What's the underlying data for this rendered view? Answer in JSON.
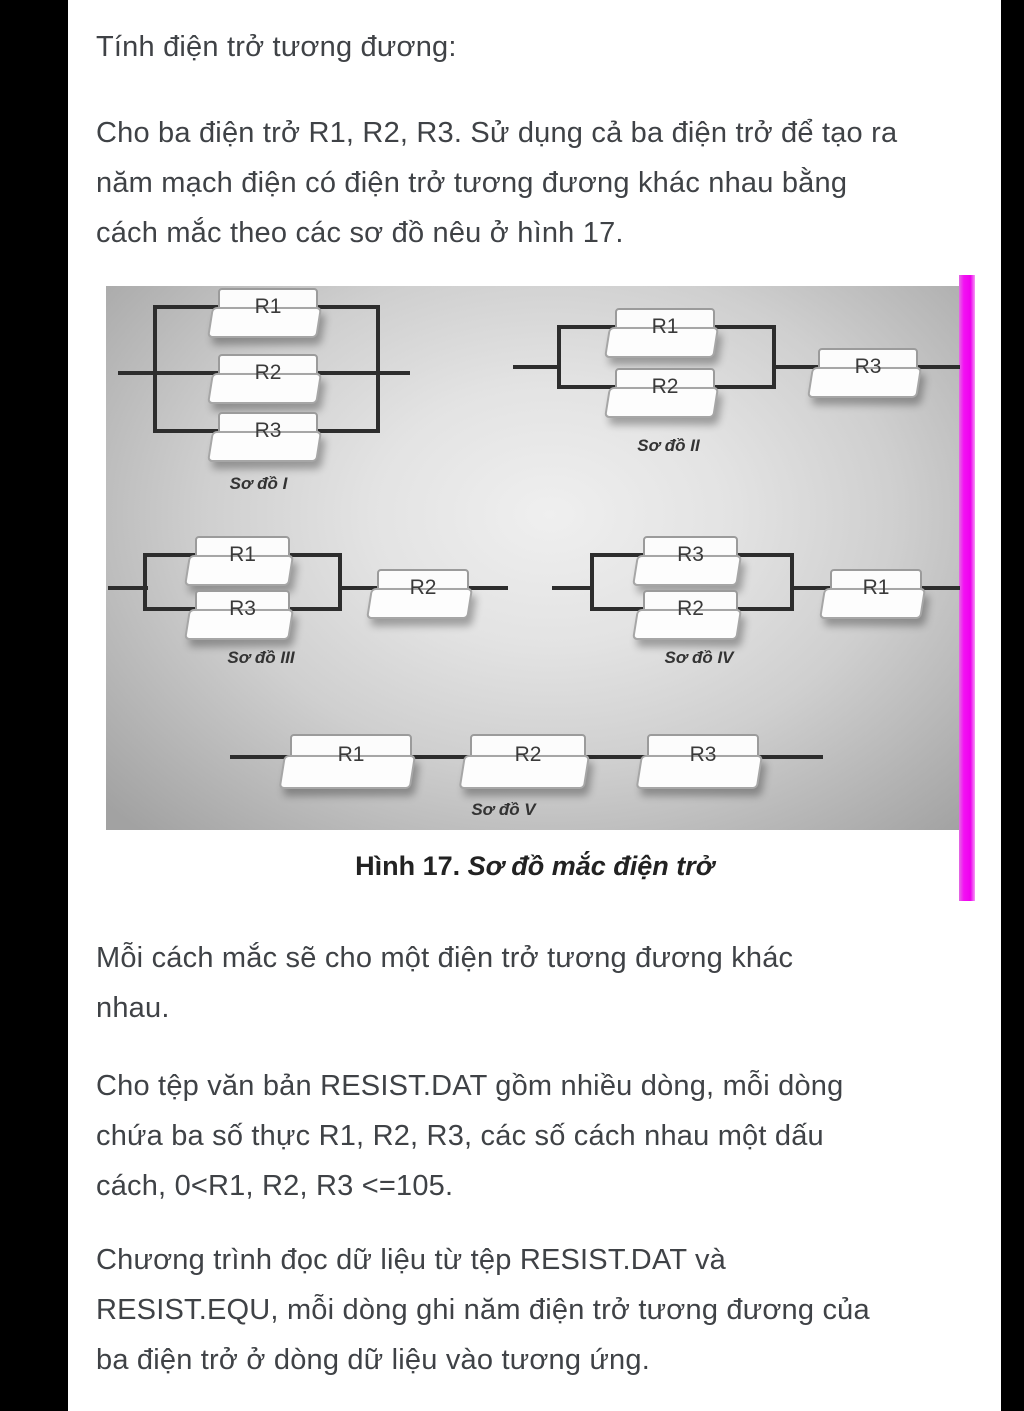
{
  "document": {
    "heading": "Tính điện trở tương đương:",
    "para1_lines": [
      "Cho ba điện trở R1, R2, R3. Sử dụng cả ba điện trở để tạo ra",
      "năm mạch điện có điện trở tương đương khác nhau bằng",
      "cách mắc theo các sơ đồ nêu ở hình 17."
    ],
    "para2_lines": [
      "Mỗi cách mắc sẽ cho một điện trở tương đương khác",
      "nhau."
    ],
    "para3_lines": [
      "Cho tệp văn bản RESIST.DAT gồm nhiều dòng, mỗi dòng",
      "chứa ba số thực R1, R2, R3, các số cách nhau một dấu",
      "cách, 0<R1, R2, R3 <=105."
    ],
    "para4_lines": [
      "Chương trình đọc dữ liệu từ tệp RESIST.DAT và",
      "RESIST.EQU, mỗi dòng ghi năm điện trở tương đương của",
      "ba điện trở ở dòng dữ liệu vào tương ứng."
    ]
  },
  "figure": {
    "caption": {
      "prefix": "Hình 17. ",
      "title": "Sơ đồ mắc điện trở"
    },
    "accent_bar_color": "#ee00ee",
    "wire_color": "#2d2d2d",
    "diagrams": [
      {
        "label": "Sơ đồ I",
        "topology": "parallel",
        "parallel": [
          "R1",
          "R2",
          "R3"
        ],
        "series": []
      },
      {
        "label": "Sơ đồ II",
        "topology": "parallel-then-series",
        "parallel": [
          "R1",
          "R2"
        ],
        "series": [
          "R3"
        ]
      },
      {
        "label": "Sơ đồ III",
        "topology": "parallel-then-series",
        "parallel": [
          "R1",
          "R3"
        ],
        "series": [
          "R2"
        ]
      },
      {
        "label": "Sơ đồ IV",
        "topology": "parallel-then-series",
        "parallel": [
          "R3",
          "R2"
        ],
        "series": [
          "R1"
        ]
      },
      {
        "label": "Sơ đồ V",
        "topology": "series",
        "parallel": [],
        "series": [
          "R1",
          "R2",
          "R3"
        ]
      }
    ]
  }
}
